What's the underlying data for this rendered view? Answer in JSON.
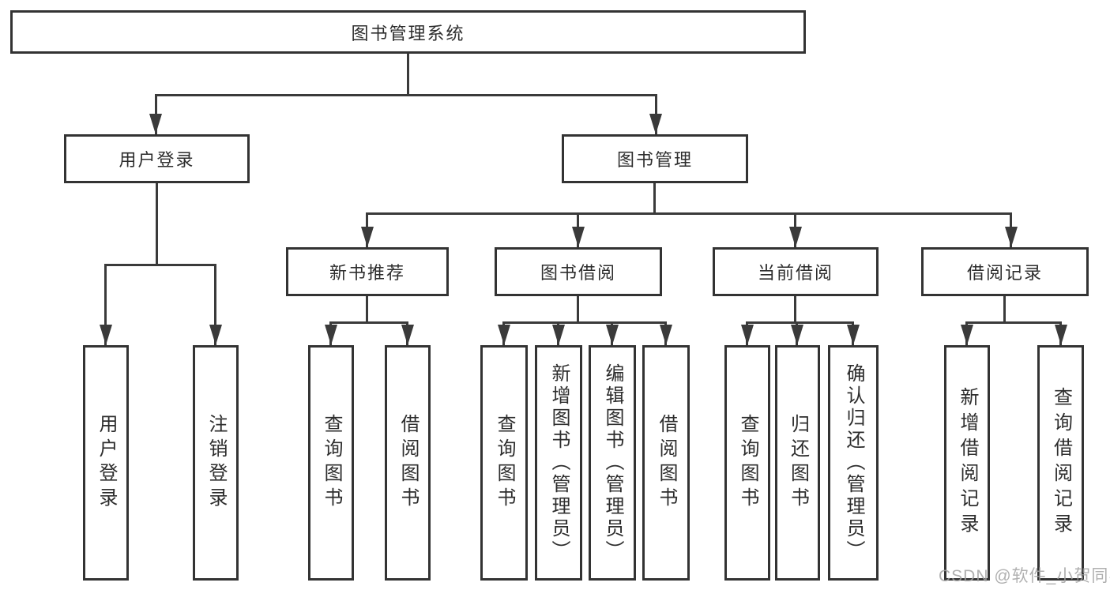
{
  "diagram_title": "图书管理系统",
  "tree": {
    "root": {
      "label": "图书管理系统"
    },
    "children": [
      {
        "label": "用户登录",
        "children": [
          {
            "label": "用户登录"
          },
          {
            "label": "注销登录"
          }
        ]
      },
      {
        "label": "图书管理",
        "children": [
          {
            "label": "新书推荐",
            "children": [
              {
                "label": "查询图书"
              },
              {
                "label": "借阅图书"
              }
            ]
          },
          {
            "label": "图书借阅",
            "children": [
              {
                "label": "查询图书"
              },
              {
                "label": "新增图书（管理员）"
              },
              {
                "label": "编辑图书（管理员）"
              },
              {
                "label": "借阅图书"
              }
            ]
          },
          {
            "label": "当前借阅",
            "children": [
              {
                "label": "查询图书"
              },
              {
                "label": "归还图书"
              },
              {
                "label": "确认归还（管理员）"
              }
            ]
          },
          {
            "label": "借阅记录",
            "children": [
              {
                "label": "新增借阅记录"
              },
              {
                "label": "查询借阅记录"
              }
            ]
          }
        ]
      }
    ]
  },
  "watermark": "CSDN @软件_小贺同学",
  "colors": {
    "line": "#3a3a3a",
    "box_border": "#333333",
    "text": "#2d2d2d",
    "watermark": "#a3a3a3",
    "background": "#ffffff"
  }
}
